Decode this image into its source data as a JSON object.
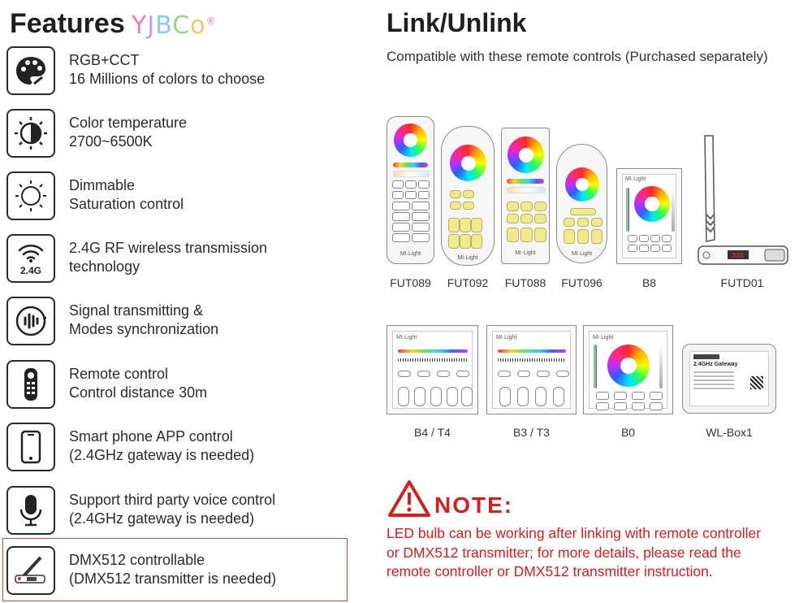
{
  "left": {
    "title": "Features",
    "brand": "YJBCo",
    "brand_mark": "®",
    "features": [
      {
        "icon": "palette-icon",
        "line1": "RGB+CCT",
        "line2": "16 Millions of colors to choose"
      },
      {
        "icon": "color-temperature-icon",
        "line1": "Color temperature",
        "line2": "2700~6500K"
      },
      {
        "icon": "sun-dimmable-icon",
        "line1": "Dimmable",
        "line2": "Saturation control"
      },
      {
        "icon": "wifi-2-4g-icon",
        "icon_text": "2.4G",
        "line1": "2.4G RF wireless transmission",
        "line2": "technology"
      },
      {
        "icon": "signal-sync-icon",
        "line1": "Signal transmitting &",
        "line2": "Modes synchronization"
      },
      {
        "icon": "remote-icon",
        "line1": "Remote control",
        "line2": "Control distance 30m"
      },
      {
        "icon": "smartphone-icon",
        "line1": "Smart phone APP control",
        "line2": "(2.4GHz gateway is needed)"
      },
      {
        "icon": "microphone-icon",
        "line1": "Support third party voice control",
        "line2": "(2.4GHz gateway is needed)"
      },
      {
        "icon": "dmx-transmitter-icon",
        "line1": "DMX512 controllable",
        "line2": "(DMX512 transmitter is needed)"
      }
    ],
    "highlight_color": "#d24b4b"
  },
  "right": {
    "title": "Link/Unlink",
    "subtitle": "Compatible with these remote controls (Purchased separately)",
    "remotes_row1": [
      "FUT089",
      "FUT092",
      "FUT088",
      "FUT096",
      "B8",
      "FUTD01"
    ],
    "remotes_row2": [
      "B4 / T4",
      "B3 / T3",
      "B0",
      "WL-Box1"
    ],
    "mi_light_label": "MI·Light",
    "gateway_label": "2.4GHz Gateway",
    "note_title": "NOTE:",
    "note_body": "LED bulb can be working after linking with remote controller or DMX512 transmitter; for more details, please read the remote controller or DMX512 transmitter instruction.",
    "note_color": "#d81e1e"
  }
}
